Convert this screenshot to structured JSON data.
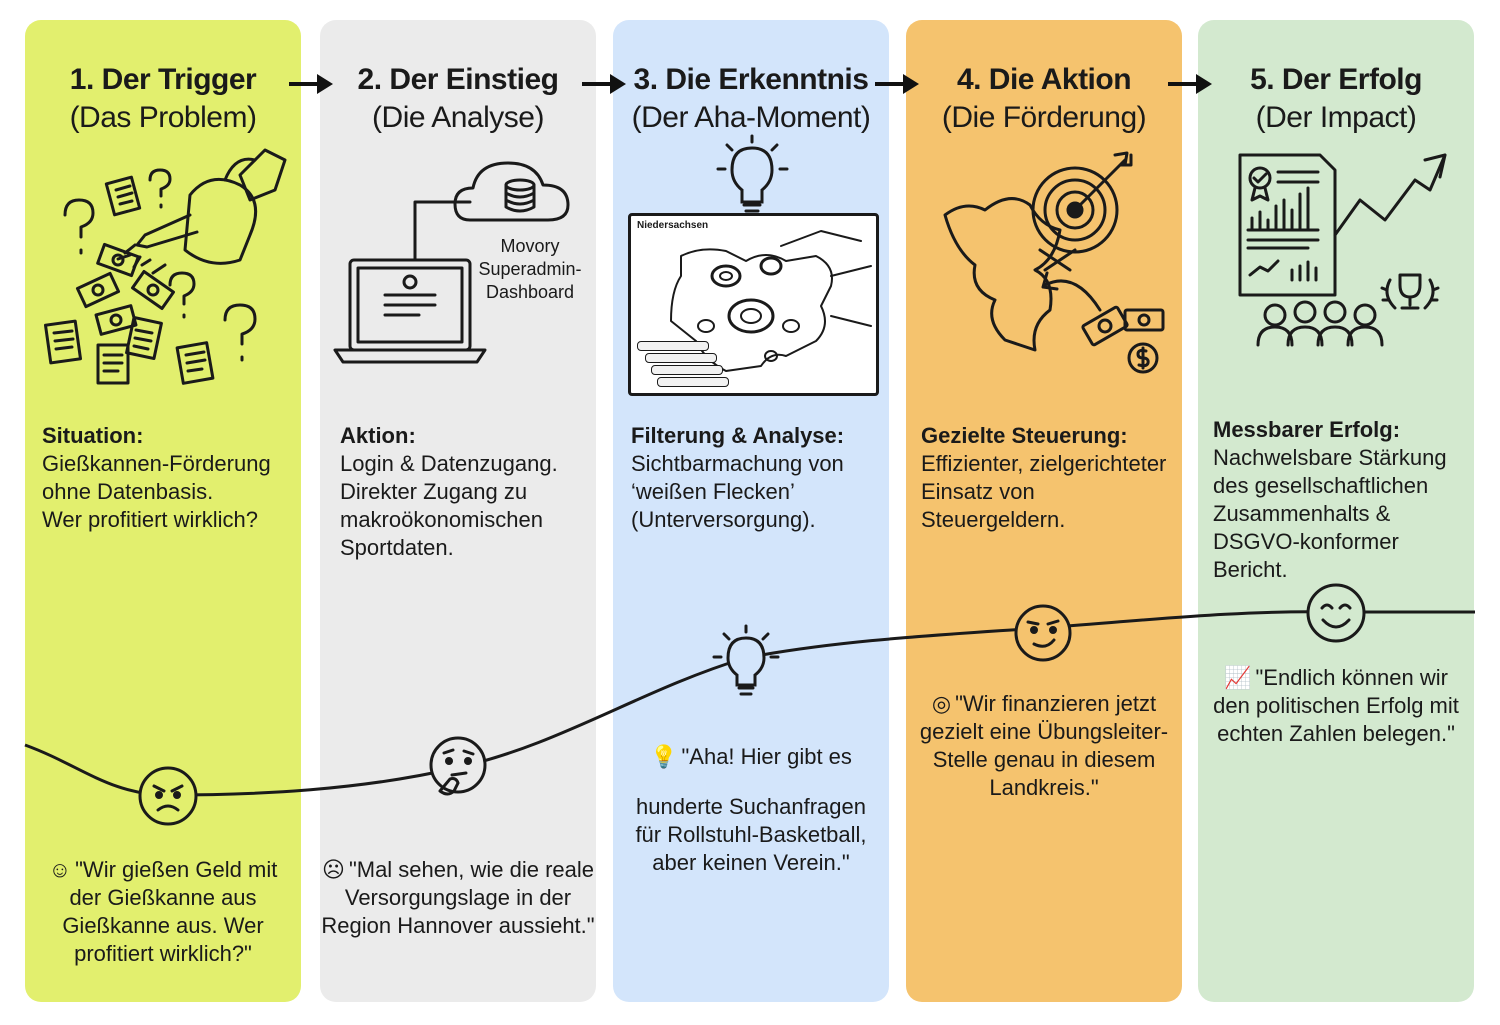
{
  "colors": {
    "col1": "#e2ef6e",
    "col2": "#ebebeb",
    "col3": "#d3e5fb",
    "col4": "#f5c36e",
    "col5": "#d3e9cf",
    "ink": "#1a1a1a"
  },
  "stages": [
    {
      "title": "1. Der Trigger",
      "subtitle": "(Das Problem)",
      "heading": "Situation:",
      "lines": [
        "Gießkannen-Förderung",
        "ohne Datenbasis.",
        "Wer profitiert wirklich?"
      ],
      "mood_icon": "angry-face-icon",
      "quote_icon": "smiley-icon",
      "quote_lines": [
        "\"Wir gießen Geld mit",
        "der Gießkanne aus",
        "Gießkanne aus. Wer",
        "profitiert wirklich?\""
      ],
      "illustration": "watering-can-money-icon"
    },
    {
      "title": "2. Der Einstieg",
      "subtitle": "(Die Analyse)",
      "heading": "Aktion:",
      "lines": [
        "Login & Datenzugang.",
        "Direkter Zugang zu",
        "makroökonomischen",
        "Sportdaten."
      ],
      "mood_icon": "thinking-face-icon",
      "quote_icon": "frown-icon",
      "quote_lines": [
        "\"Mal sehen, wie die reale",
        "Versorgungslage in der",
        "Region Hannover aussieht.\""
      ],
      "illustration": "laptop-cloud-icon",
      "callout_lines": [
        "Movory",
        "Superadmin-",
        "Dashboard"
      ]
    },
    {
      "title": "3. Die Erkenntnis",
      "subtitle": "(Der Aha-Moment)",
      "heading": "Filterung & Analyse:",
      "lines": [
        "Sichtbarmachung von",
        "‘weißen Flecken’",
        "(Unterversorgung)."
      ],
      "mood_icon": "lightbulb-icon",
      "quote_icon": "lightbulb-small-icon",
      "quote_lines": [
        "\"Aha! Hier gibt es",
        "",
        "hunderte Suchanfragen",
        "für Rollstuhl-Basketball,",
        "aber keinen Verein.\""
      ],
      "illustration": "map-heatmap-icon",
      "map_label": "Niedersachsen"
    },
    {
      "title": "4. Die Aktion",
      "subtitle": "(Die Förderung)",
      "heading": "Gezielte Steuerung:",
      "lines": [
        "Effizienter, zielgerichteter",
        "Einsatz von Steuergeldern."
      ],
      "mood_icon": "confident-face-icon",
      "quote_icon": "target-small-icon",
      "quote_lines": [
        "\"Wir finanzieren jetzt",
        "gezielt eine Übungsleiter-",
        "Stelle genau in diesem",
        "Landkreis.\""
      ],
      "illustration": "target-map-money-icon"
    },
    {
      "title": "5. Der Erfolg",
      "subtitle": "(Der Impact)",
      "heading": "Messbarer Erfolg:",
      "lines": [
        "Nachwelsbare Stärkung",
        "des gesellschaftlichen",
        "Zusammenhalts &",
        "DSGVO-konformer Bericht."
      ],
      "mood_icon": "happy-face-icon",
      "quote_icon": "chart-small-icon",
      "quote_lines": [
        "\"Endlich können wir",
        "den politischen Erfolg mit",
        "echten Zahlen belegen.\""
      ],
      "illustration": "report-growth-people-icon"
    }
  ]
}
